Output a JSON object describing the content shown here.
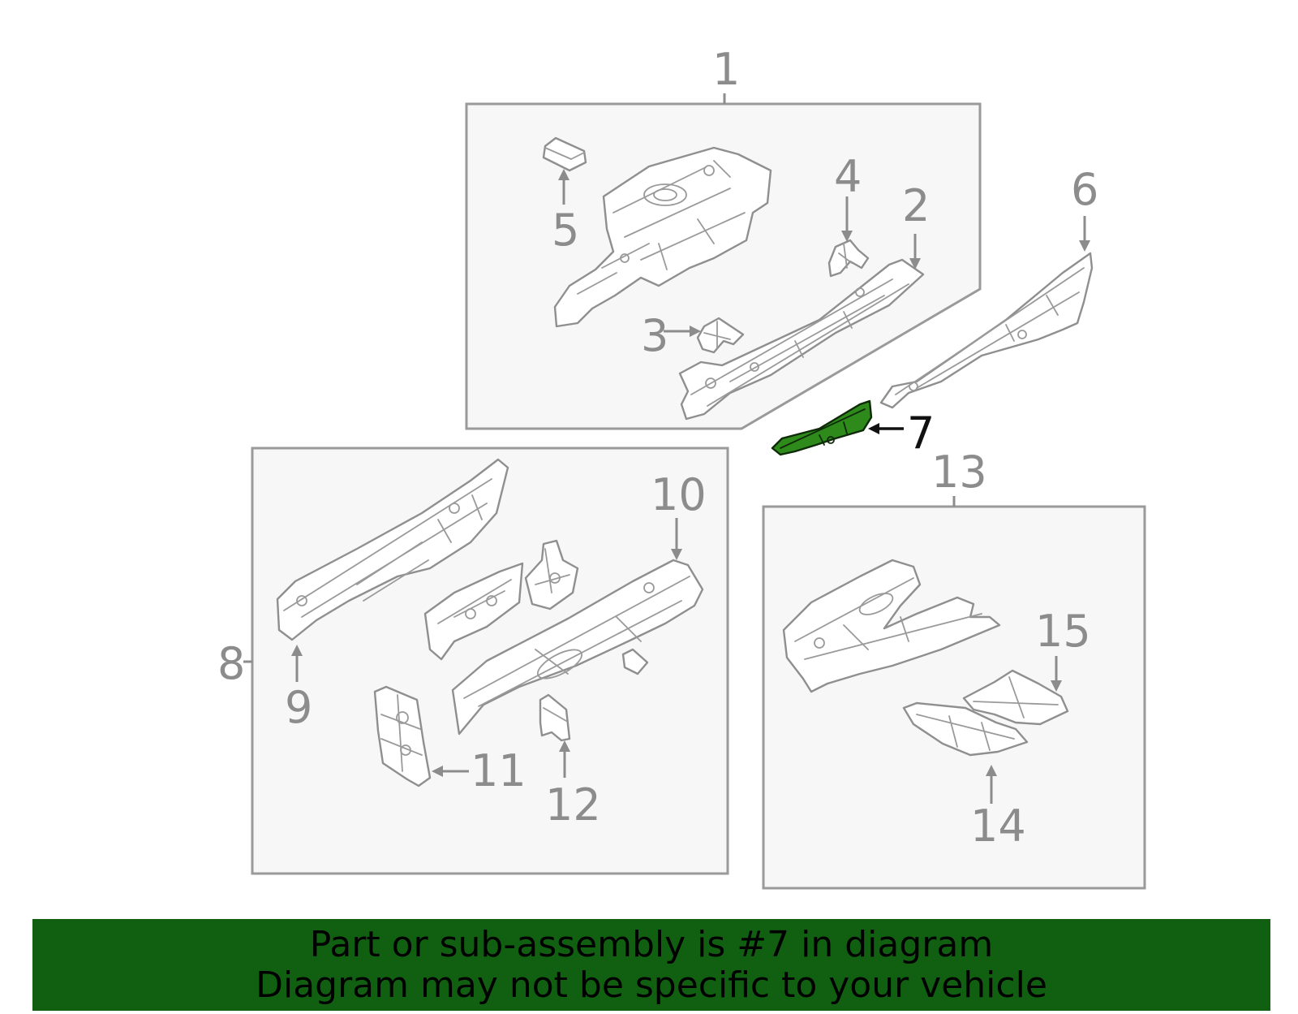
{
  "labels": {
    "l1": "1",
    "l2": "2",
    "l3": "3",
    "l4": "4",
    "l5": "5",
    "l6": "6",
    "l7": "7",
    "l8": "8",
    "l9": "9",
    "l10": "10",
    "l11": "11",
    "l12": "12",
    "l13": "13",
    "l14": "14",
    "l15": "15"
  },
  "highlight": {
    "part_number": "7",
    "color": "#2f8a1c"
  },
  "banner": {
    "line1": "Part or sub-assembly is #7 in diagram",
    "line2": "Diagram may not be specific to your vehicle",
    "background": "#116011"
  }
}
